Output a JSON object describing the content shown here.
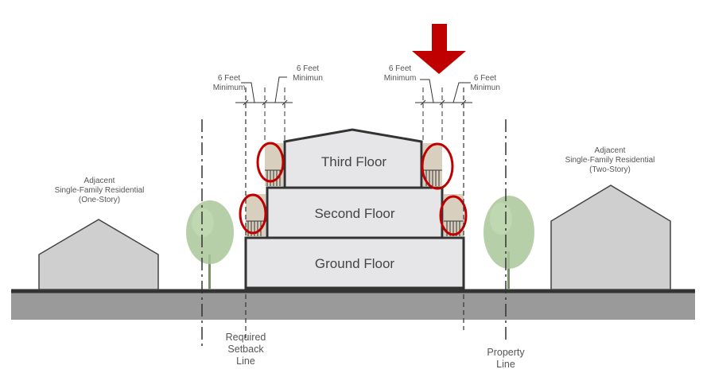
{
  "building": {
    "floors": {
      "third": "Third Floor",
      "second": "Second Floor",
      "ground": "Ground Floor"
    },
    "setbacks": {
      "left_outer": "6 Feet\nMinimum",
      "left_inner": "6 Feet\nMinimun",
      "right_inner": "6 Feet\nMinimum",
      "right_outer": "6 Feet\nMinimun"
    }
  },
  "neighbors": {
    "left": "Adjacent\nSingle-Family Residential\n(One-Story)",
    "right": "Adjacent\nSingle-Family Residential\n(Two-Story)"
  },
  "lines": {
    "setback": "Required\nSetback\nLine",
    "property": "Property\nLine"
  },
  "colors": {
    "highlight": "#c00000",
    "building_fill": "#e6e6e8",
    "ground": "#9a9a9a",
    "neighbor_fill": "#cfcfcf",
    "tree": "#a9c79a",
    "balcony": "#d9cfbf"
  },
  "icons": {
    "arrow": "down-arrow-icon",
    "trees": "tree-icon",
    "balconies": "balcony-icon"
  }
}
